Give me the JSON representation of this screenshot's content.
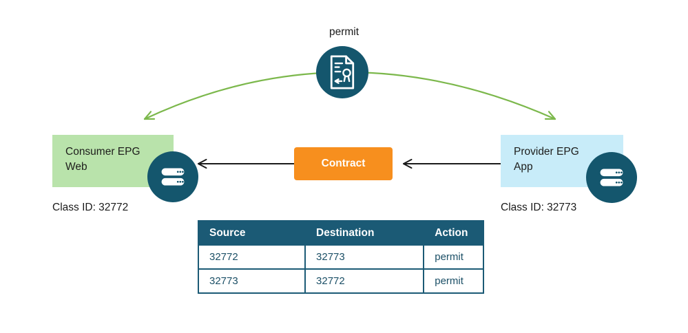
{
  "diagram": {
    "permit_label": "permit",
    "contract_label": "Contract",
    "consumer_epg": {
      "line1": "Consumer EPG",
      "line2": "Web",
      "class_id": "Class ID: 32772"
    },
    "provider_epg": {
      "line1": "Provider EPG",
      "line2": "App",
      "class_id": "Class ID: 32773"
    }
  },
  "filter_table": {
    "headers": [
      "Source",
      "Destination",
      "Action"
    ],
    "rows": [
      [
        "32772",
        "32773",
        "permit"
      ],
      [
        "32773",
        "32772",
        "permit"
      ]
    ]
  },
  "icons": {
    "contract_document": "document-with-seal",
    "endpoint_server": "server-stack"
  },
  "colors": {
    "teal_circle": "#14566d",
    "table_header_teal": "#1b5a75",
    "body_text_teal": "#1b4f66",
    "contract_orange": "#f78f1e",
    "consumer_green": "#b9e3ab",
    "provider_blue": "#c8ecf9",
    "arc_green": "#7cb84c",
    "arrow_black": "#1a1a1a"
  }
}
